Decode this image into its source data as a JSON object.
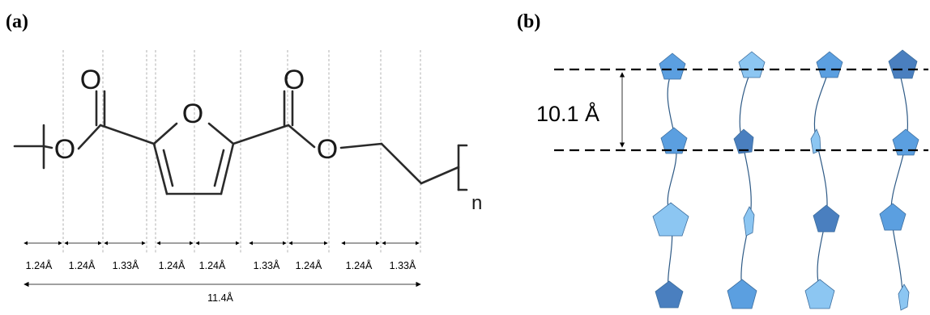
{
  "panel_a": {
    "label": "(a)",
    "atoms": {
      "o_carbonyl_left": "O",
      "o_ring": "O",
      "o_carbonyl_right": "O",
      "o_ester_left": "O",
      "o_ester_right": "O"
    },
    "repeat_subscript": "n",
    "segment_lengths": [
      "1.24Å",
      "1.24Å",
      "1.33Å",
      "1.24Å",
      "1.24Å",
      "1.33Å",
      "1.24Å",
      "1.24Å",
      "1.33Å"
    ],
    "total_length": "11.4Å"
  },
  "panel_b": {
    "label": "(b)",
    "spacing_label": "10.1 Å",
    "colors": {
      "light": "#8cc6f2",
      "medium": "#5b9fe0",
      "dark": "#4a7fbf"
    }
  }
}
